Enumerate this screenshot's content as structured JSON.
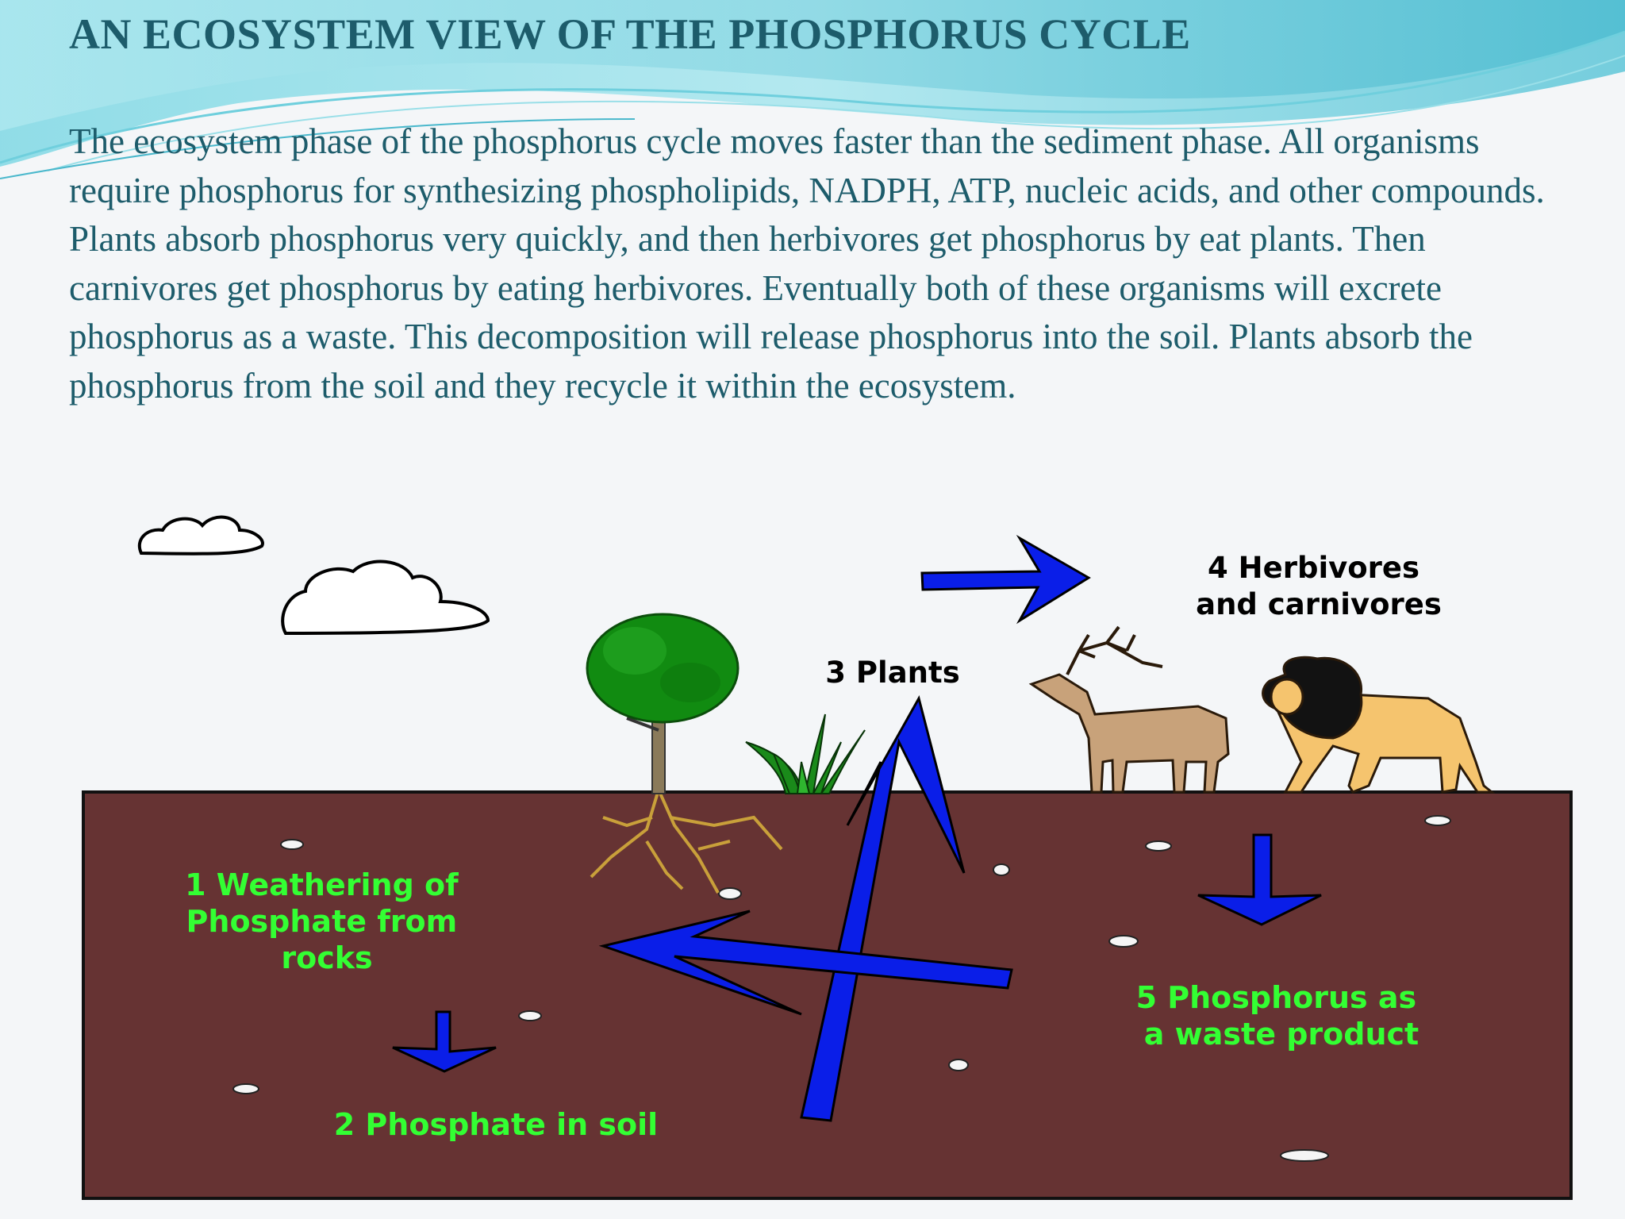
{
  "slide": {
    "title": "AN ECOSYSTEM VIEW OF THE PHOSPHORUS CYCLE",
    "body": "The ecosystem phase of the phosphorus cycle moves faster than the sediment phase. All organisms require phosphorus for synthesizing phospholipids, NADPH, ATP, nucleic acids, and other compounds. Plants absorb phosphorus very quickly, and then herbivores get phosphorus by eat plants. Then carnivores get phosphorus by eating herbivores. Eventually both of these organisms will excrete phosphorus as a waste. This decomposition will release phosphorus into the soil. Plants absorb the phosphorus from the soil and they recycle it within the ecosystem."
  },
  "diagram": {
    "labels": {
      "step1": [
        "1 Weathering of",
        "Phosphate from",
        "rocks"
      ],
      "step2": "2 Phosphate in soil",
      "step3": "3 Plants",
      "step4": [
        "4 Herbivores",
        "and carnivores"
      ],
      "step5": [
        "5 Phosphorus as",
        "a waste product"
      ]
    },
    "colors": {
      "soil": "#663333",
      "arrow": "#0a1ee8",
      "soil_label": "#33ff33",
      "sky_label": "#000000",
      "title_text": "#1d5c6b"
    },
    "icons": [
      "cloud-icon",
      "tree-icon",
      "grass-icon",
      "deer-icon",
      "lion-icon",
      "rock-icon",
      "arrow-icon"
    ]
  }
}
